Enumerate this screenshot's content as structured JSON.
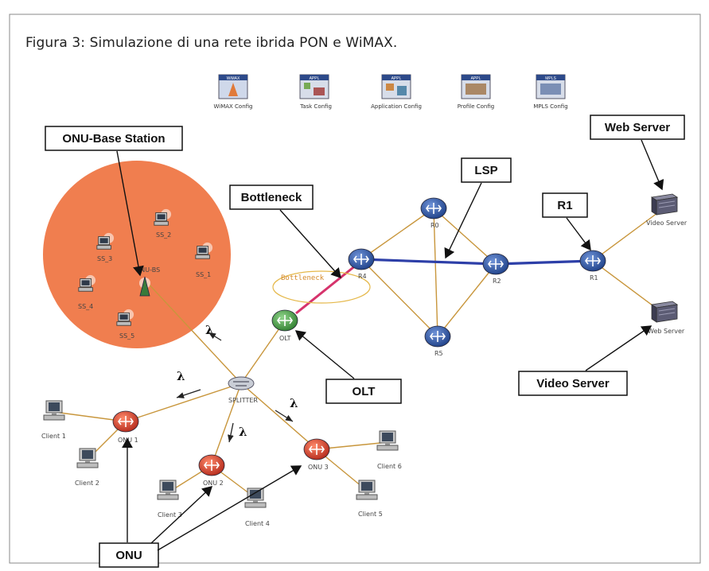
{
  "caption": "Figura 3: Simulazione di una rete ibrida PON e WiMAX.",
  "tools": [
    {
      "label": "WiMAX Config",
      "banner": "WiMAX"
    },
    {
      "label": "Task Config",
      "banner": "APPL"
    },
    {
      "label": "Application Config",
      "banner": "APPL"
    },
    {
      "label": "Profile Config",
      "banner": "APPL"
    },
    {
      "label": "MPLS Config",
      "banner": "MPLS"
    }
  ],
  "callouts": {
    "onu_bs": "ONU-Base Station",
    "bottleneck": "Bottleneck",
    "lsp": "LSP",
    "r1": "R1",
    "web_server": "Web Server",
    "olt": "OLT",
    "video_server": "Video Server",
    "onu": "ONU"
  },
  "nodes": {
    "ss1": "SS_1",
    "ss2": "SS_2",
    "ss3": "SS_3",
    "ss4": "SS_4",
    "ss5": "SS_5",
    "onu_bs": "ONU-BS",
    "bottleneck_oval": "Bottleneck",
    "r0": "R0",
    "r4": "R4",
    "r2": "R2",
    "r1": "R1",
    "r5": "R5",
    "olt": "OLT",
    "splitter": "SPLITTER",
    "onu1": "ONU 1",
    "onu2": "ONU 2",
    "onu3": "ONU 3",
    "client1": "Client 1",
    "client2": "Client 2",
    "client3": "Client 3",
    "client4": "Client 4",
    "client5": "Client 5",
    "client6": "Client 6",
    "video_server_node": "Video Server",
    "web_server_node": "Web Server"
  },
  "lambda": "λ",
  "colors": {
    "cell": "#f07e4f",
    "link": "#c8963c",
    "lsp": "#2d3fa8",
    "bottleneck_link": "#d6336c",
    "router_blue": "#2a56a8",
    "router_red": "#d8402a",
    "router_green": "#3d9a3d"
  }
}
